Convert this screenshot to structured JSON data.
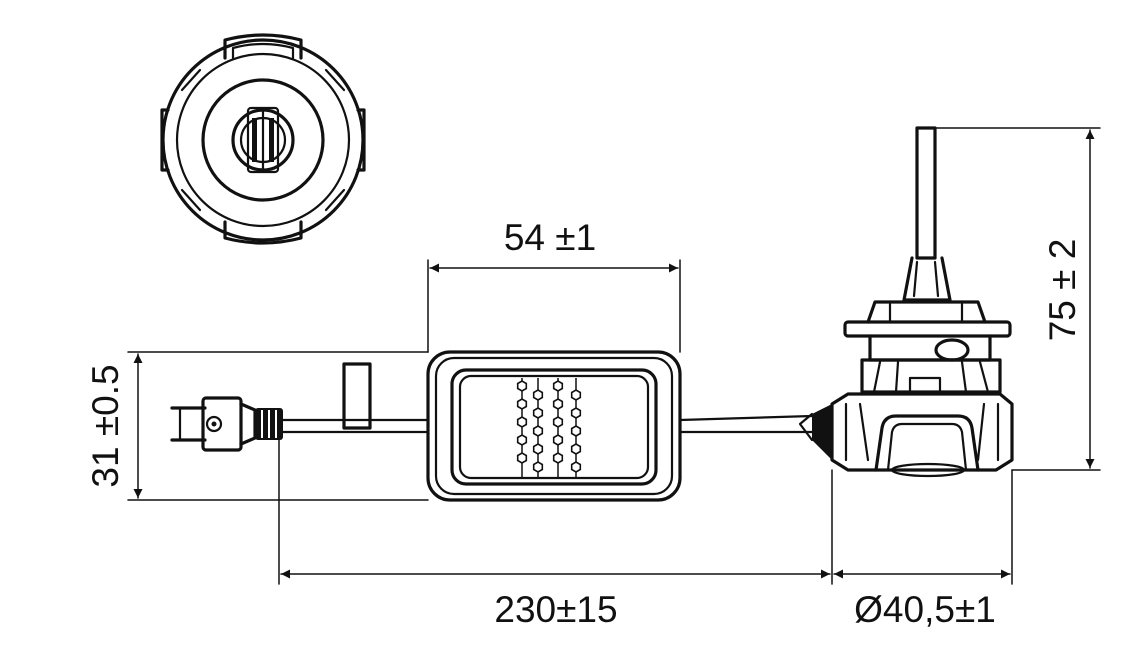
{
  "dimensions": {
    "module_length": "54 ±1",
    "height": "75 ± 2",
    "module_height": "31 ±0.5",
    "cable_length": "230±15",
    "diameter": "Ø40,5±1"
  }
}
